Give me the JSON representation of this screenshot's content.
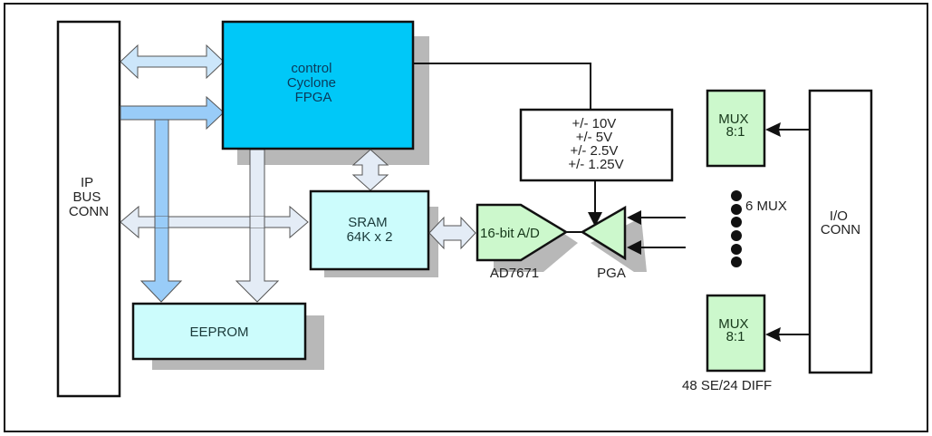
{
  "diagram": {
    "blocks": {
      "ip_bus_conn": {
        "lines": [
          "IP",
          "BUS",
          "CONN"
        ]
      },
      "fpga": {
        "lines": [
          "control",
          "Cyclone",
          "FPGA"
        ],
        "fill": "#00c8f8"
      },
      "sram": {
        "lines": [
          "SRAM",
          "64K x 2"
        ],
        "fill": "#ccfcfc"
      },
      "eeprom": {
        "lines": [
          "EEPROM"
        ],
        "fill": "#ccfcfc"
      },
      "range_box": {
        "lines": [
          "+/- 10V",
          "+/- 5V",
          "+/- 2.5V",
          "+/- 1.25V"
        ]
      },
      "adc": {
        "label": "16-bit A/D",
        "part": "AD7671",
        "fill": "#ccf8cc"
      },
      "pga": {
        "label": "PGA",
        "fill": "#ccf8cc"
      },
      "mux_top": {
        "lines": [
          "MUX",
          "8:1"
        ],
        "fill": "#ccf8cc"
      },
      "mux_bottom": {
        "lines": [
          "MUX",
          "8:1"
        ],
        "fill": "#ccf8cc"
      },
      "mux_count": "6 MUX",
      "channels": "48 SE/24 DIFF",
      "io_conn": {
        "lines": [
          "I/O",
          "CONN"
        ]
      }
    },
    "colors": {
      "shadow": "#b8b8b8",
      "bus_light": "#cce6fa",
      "bus_blue": "#99ccf8",
      "bus_pale": "#e4ecf6",
      "outline": "#111111"
    }
  }
}
